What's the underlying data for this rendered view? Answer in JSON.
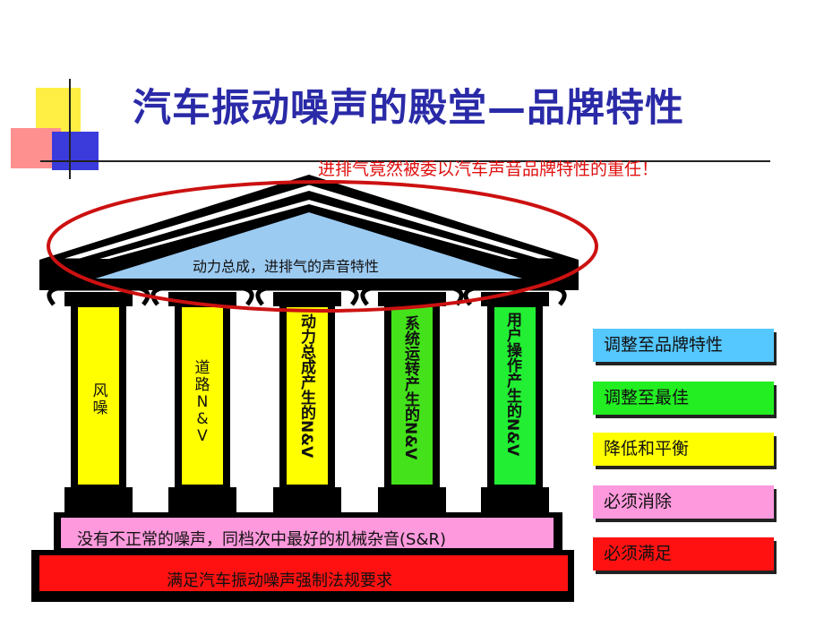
{
  "title": "汽车振动噪声的殿堂—品牌特性",
  "subtitle": "进排气竟然被委以汽车声音品牌特性的重任！",
  "roof_label": "动力总成，进排气的声音特性",
  "pillars": [
    {
      "label": "风噪",
      "color": "#ffff00"
    },
    {
      "label": "道路N&V",
      "color": "#ffff00"
    },
    {
      "label": "动力总成产生的N&V",
      "color": "#ffff00"
    },
    {
      "label": "系统运转产生的N&V",
      "color": "#44e21a"
    },
    {
      "label": "用户操作产生的N&V",
      "color": "#22ee33"
    }
  ],
  "base_upper": {
    "label": "没有不正常的噪声，同档次中最好的机械杂音(S&R)",
    "color": "#ff99dd"
  },
  "base_lower": {
    "label": "满足汽车振动噪声强制法规要求",
    "color": "#ff1111"
  },
  "legend": [
    {
      "label": "调整至品牌特性",
      "color": "#55c8ff"
    },
    {
      "label": "调整至最佳",
      "color": "#22ee22"
    },
    {
      "label": "降低和平衡",
      "color": "#ffff00"
    },
    {
      "label": "必须消除",
      "color": "#ff99dd"
    },
    {
      "label": "必须满足",
      "color": "#ff1111"
    }
  ]
}
